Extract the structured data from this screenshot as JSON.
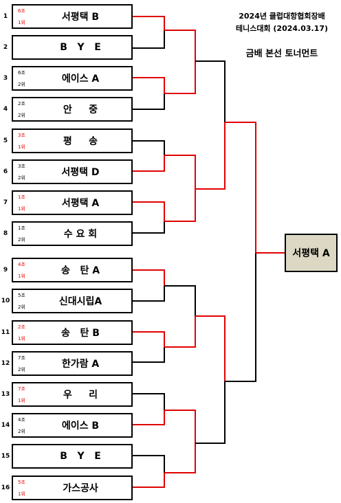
{
  "header": {
    "line1": "2024년 클럽대항협회장배",
    "line2": "테니스대회 (2024.03.17)",
    "subtitle": "금배 본선 토너먼트"
  },
  "entries": [
    {
      "seed": "1",
      "group": "6조",
      "rank": "1위",
      "name": "서평택 B",
      "color": "red"
    },
    {
      "seed": "2",
      "group": "",
      "rank": "",
      "name": "B   Y   E",
      "color": "black"
    },
    {
      "seed": "3",
      "group": "6조",
      "rank": "2위",
      "name": "에이스 A",
      "color": "black"
    },
    {
      "seed": "4",
      "group": "2조",
      "rank": "2위",
      "name": "안     중",
      "color": "black"
    },
    {
      "seed": "5",
      "group": "3조",
      "rank": "1위",
      "name": "평     송",
      "color": "red"
    },
    {
      "seed": "6",
      "group": "3조",
      "rank": "2위",
      "name": "서평택 D",
      "color": "black"
    },
    {
      "seed": "7",
      "group": "1조",
      "rank": "1위",
      "name": "서평택 A",
      "color": "red"
    },
    {
      "seed": "8",
      "group": "1조",
      "rank": "2위",
      "name": "수 요 회",
      "color": "black"
    },
    {
      "seed": "9",
      "group": "4조",
      "rank": "1위",
      "name": "송   탄 A",
      "color": "red"
    },
    {
      "seed": "10",
      "group": "5조",
      "rank": "2위",
      "name": "신대시립A",
      "color": "black"
    },
    {
      "seed": "11",
      "group": "2조",
      "rank": "1위",
      "name": "송   탄 B",
      "color": "red"
    },
    {
      "seed": "12",
      "group": "7조",
      "rank": "2위",
      "name": "한가람 A",
      "color": "black"
    },
    {
      "seed": "13",
      "group": "7조",
      "rank": "1위",
      "name": "우     리",
      "color": "red"
    },
    {
      "seed": "14",
      "group": "4조",
      "rank": "2위",
      "name": "에이스 B",
      "color": "black"
    },
    {
      "seed": "15",
      "group": "",
      "rank": "",
      "name": "B   Y   E",
      "color": "black"
    },
    {
      "seed": "16",
      "group": "5조",
      "rank": "1위",
      "name": "가스공사",
      "color": "red"
    }
  ],
  "champion": "서평택 A",
  "colors": {
    "winner_line": "#e00000",
    "line": "#000000",
    "champion_bg": "#dcd8c4"
  }
}
